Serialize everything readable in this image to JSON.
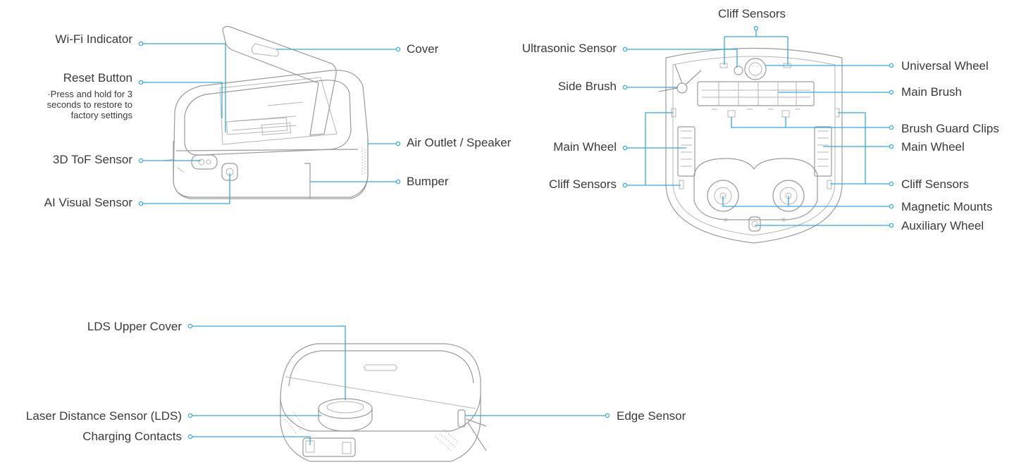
{
  "views": {
    "top": {
      "wifi_indicator": "Wi-Fi Indicator",
      "reset_button": "Reset Button",
      "reset_note": "·Press and hold for 3 seconds to restore to factory settings",
      "tof_sensor": "3D ToF Sensor",
      "ai_visual_sensor": "AI Visual Sensor",
      "cover": "Cover",
      "air_outlet_speaker": "Air Outlet / Speaker",
      "bumper": "Bumper"
    },
    "bottom": {
      "cliff_sensors_top": "Cliff Sensors",
      "ultrasonic_sensor": "Ultrasonic Sensor",
      "side_brush": "Side Brush",
      "main_wheel_left": "Main Wheel",
      "cliff_sensors_left": "Cliff Sensors",
      "universal_wheel": "Universal Wheel",
      "main_brush": "Main Brush",
      "brush_guard_clips": "Brush Guard Clips",
      "main_wheel_right": "Main Wheel",
      "cliff_sensors_right": "Cliff Sensors",
      "magnetic_mounts": "Magnetic Mounts",
      "auxiliary_wheel": "Auxiliary Wheel"
    },
    "front": {
      "lds_upper_cover": "LDS Upper Cover",
      "lds": "Laser Distance Sensor (LDS)",
      "charging_contacts": "Charging Contacts",
      "edge_sensor": "Edge Sensor"
    }
  },
  "colors": {
    "callout": "#35a9dd",
    "drawing": "#9a9a9a",
    "text": "#3a3a3a"
  }
}
